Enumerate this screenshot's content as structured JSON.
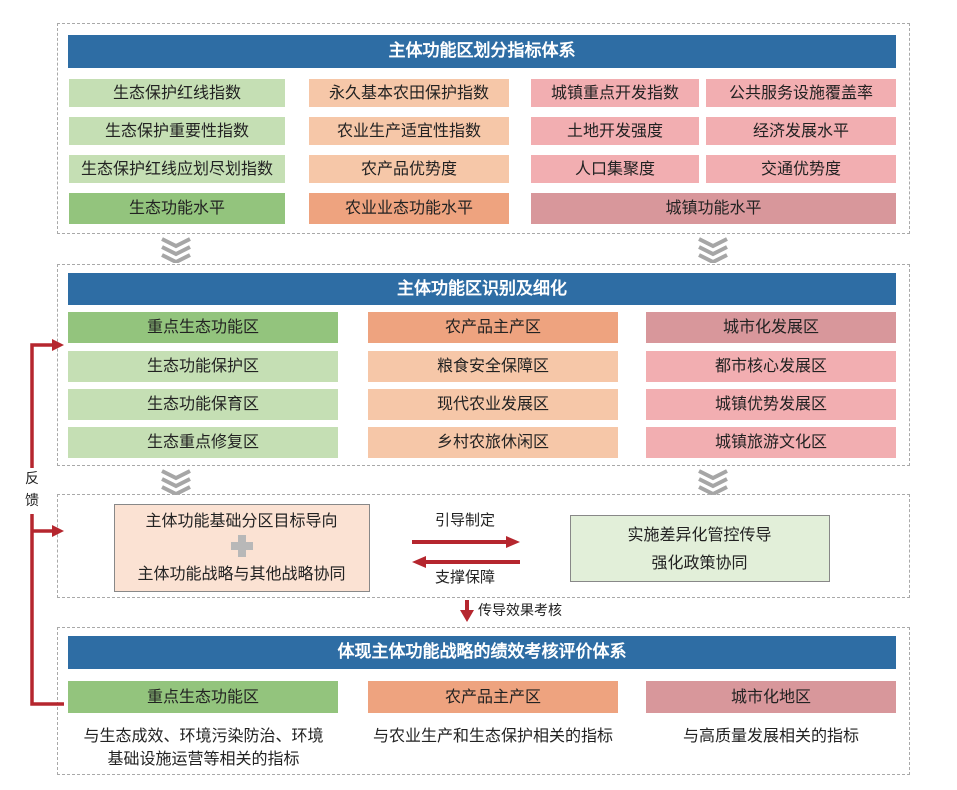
{
  "section1": {
    "title": "主体功能区划分指标体系",
    "eco_items": [
      "生态保护红线指数",
      "生态保护重要性指数",
      "生态保护红线应划尽划指数"
    ],
    "agri_items": [
      "永久基本农田保护指数",
      "农业生产适宜性指数",
      "农产品优势度"
    ],
    "urban_items_left": [
      "城镇重点开发指数",
      "土地开发强度",
      "人口集聚度"
    ],
    "urban_items_right": [
      "公共服务设施覆盖率",
      "经济发展水平",
      "交通优势度"
    ],
    "eco_level": "生态功能水平",
    "agri_level": "农业业态功能水平",
    "urban_level": "城镇功能水平"
  },
  "section2": {
    "title": "主体功能区识别及细化",
    "eco_head": "重点生态功能区",
    "agri_head": "农产品主产区",
    "urban_head": "城市化发展区",
    "eco_items": [
      "生态功能保护区",
      "生态功能保育区",
      "生态重点修复区"
    ],
    "agri_items": [
      "粮食安全保障区",
      "现代农业发展区",
      "乡村农旅休闲区"
    ],
    "urban_items": [
      "都市核心发展区",
      "城镇优势发展区",
      "城镇旅游文化区"
    ]
  },
  "section3": {
    "left_line1": "主体功能基础分区目标导向",
    "plus": "+",
    "left_line2": "主体功能战略与其他战略协同",
    "arrow_top": "引导制定",
    "arrow_bottom": "支撑保障",
    "right_line1": "实施差异化管控传导",
    "right_line2": "强化政策协同"
  },
  "transfer_label": "传导效果考核",
  "feedback_label": [
    "反",
    "馈"
  ],
  "section4": {
    "title": "体现主体功能战略的绩效考核评价体系",
    "eco_head": "重点生态功能区",
    "agri_head": "农产品主产区",
    "urban_head": "城市化地区",
    "eco_note": "与生态成效、环境污染防治、环境基础设施运营等相关的指标",
    "agri_note": "与农业生产和生态保护相关的指标",
    "urban_note": "与高质量发展相关的指标"
  },
  "colors": {
    "header_blue": "#2e6da4",
    "green_light": "#c5dfb4",
    "green_dark": "#93c47d",
    "orange_light": "#f6c7a8",
    "orange_dark": "#eea37f",
    "pink_light": "#f2aeb1",
    "pink_dark": "#d8979b",
    "feedback_red": "#b5262e"
  }
}
